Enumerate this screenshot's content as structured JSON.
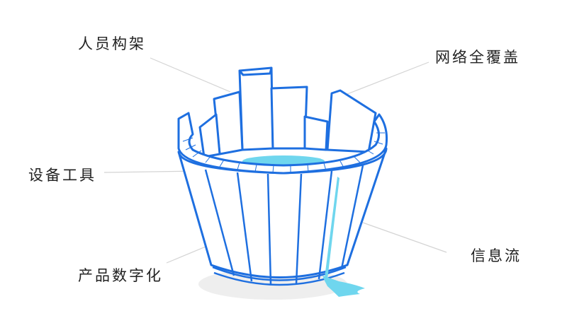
{
  "labels": {
    "personnel": "人员构架",
    "network": "网络全覆盖",
    "equipment": "设备工具",
    "product": "产品数字化",
    "information": "信息流"
  },
  "colors": {
    "stroke": "#1e6fe0",
    "water": "#6fd6ee",
    "leader": "#d4d4d4",
    "shadow": "#eeeeee"
  }
}
